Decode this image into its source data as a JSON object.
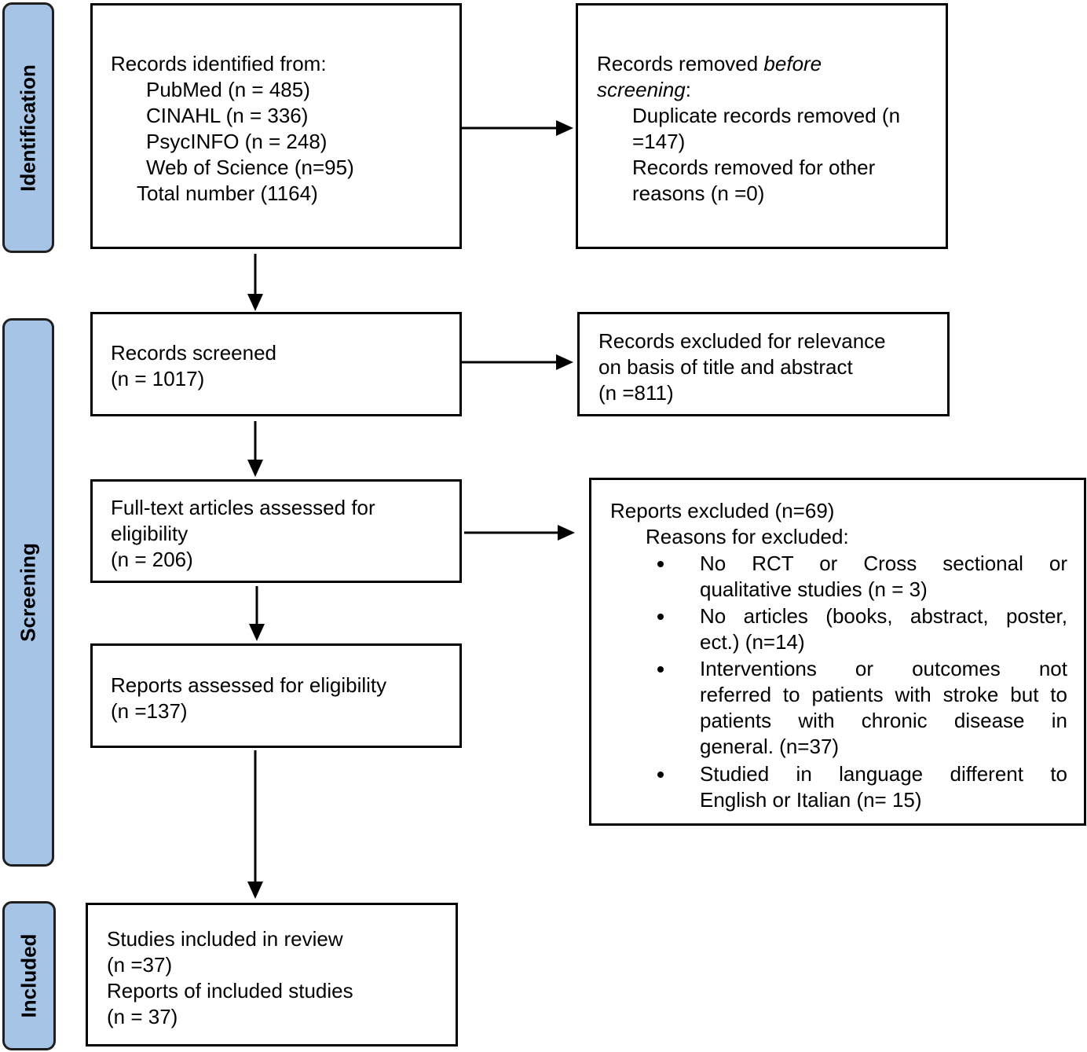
{
  "phases": {
    "identification": "Identification",
    "screening": "Screening",
    "included": "Included"
  },
  "identification_box": {
    "title": "Records identified from:",
    "pubmed": "PubMed (n = 485)",
    "cinahl": "CINAHL (n = 336)",
    "psycinfo": "PsycINFO (n = 248)",
    "wos": "Web of Science (n=95)",
    "total": "Total number (1164)"
  },
  "removed_box": {
    "title_a": "Records removed ",
    "title_b": "before",
    "title_c": "screening",
    "title_d": ":",
    "dup_1": "Duplicate records removed (n",
    "dup_2": "=147)",
    "other_1": "Records removed for other",
    "other_2": "reasons (n =0)"
  },
  "screened_box": {
    "line1": "Records screened",
    "line2": "(n = 1017)"
  },
  "excluded_relevance_box": {
    "line1": "Records excluded for relevance",
    "line2": "on basis of title and abstract",
    "line3": "(n =811)"
  },
  "fulltext_box": {
    "line1": "Full-text articles assessed for",
    "line2": "eligibility",
    "line3": "(n = 206)"
  },
  "reports_excluded_box": {
    "title": "Reports excluded (n=69)",
    "reasons": "Reasons for excluded:",
    "r1_l1": "No RCT or Cross sectional or",
    "r1_l2": "qualitative studies (n = 3)",
    "r2_l1": "No articles (books, abstract, poster,",
    "r2_l2": "ect.) (n=14)",
    "r3_l1": "Interventions or outcomes not",
    "r3_l2": "referred to patients with stroke but to",
    "r3_l3": "patients with chronic disease in",
    "r3_l4": "general. (n=37)",
    "r4_l1": "Studied in language different to",
    "r4_l2": "English or Italian (n= 15)"
  },
  "reports_assessed_box": {
    "line1": "Reports assessed for eligibility",
    "line2": "(n =137)"
  },
  "included_box": {
    "line1": "Studies included in review",
    "line2": "(n =37)",
    "line3": "Reports of included studies",
    "line4": "(n = 37)"
  },
  "colors": {
    "phase_fill": "#a6c4e6",
    "border": "#000000"
  }
}
